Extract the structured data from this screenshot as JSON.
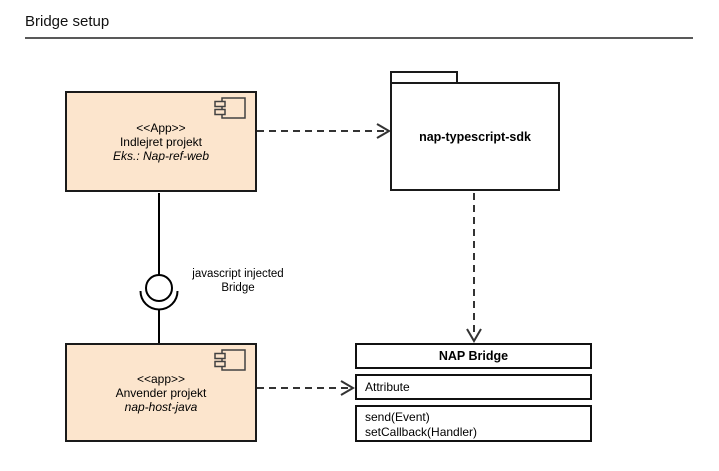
{
  "title": "Bridge setup",
  "diagram": {
    "embedded_component": {
      "stereotype": "<<App>>",
      "name": "Indlejret projekt",
      "example": "Eks.: Nap-ref-web"
    },
    "host_component": {
      "stereotype": "<<app>>",
      "name": "Anvender projekt",
      "example": "nap-host-java"
    },
    "sdk_package": {
      "name": "nap-typescript-sdk"
    },
    "bridge_class": {
      "name": "NAP Bridge",
      "attributes": [
        "Attribute"
      ],
      "methods": [
        "send(Event)",
        "setCallback(Handler)"
      ]
    },
    "connector_label": {
      "line1": "javascript injected",
      "line2": "Bridge"
    },
    "colors": {
      "component_fill": "#fce5cd",
      "border": "#1a1a1a",
      "title_rule": "#595959",
      "dashed_line": "#333333"
    }
  }
}
